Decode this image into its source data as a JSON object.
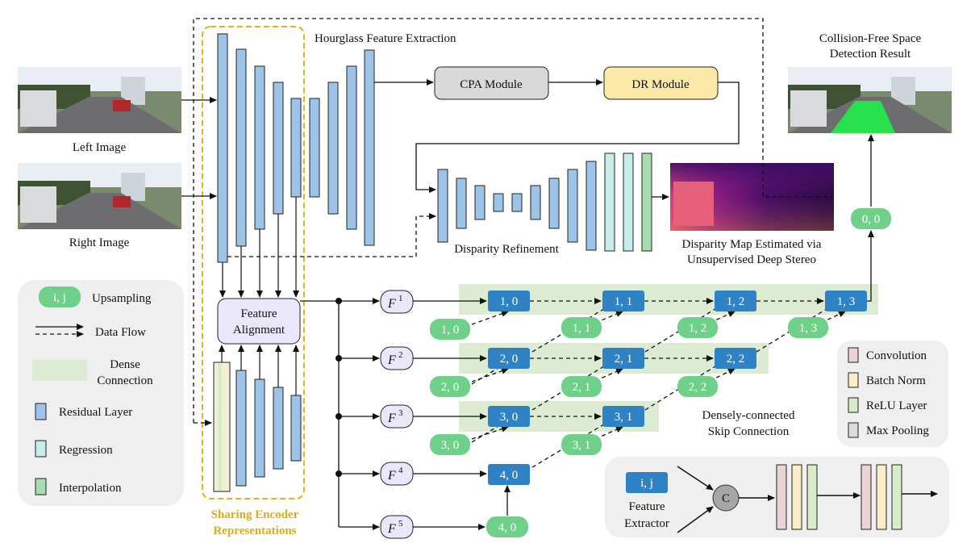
{
  "inputs": {
    "left_image_label": "Left Image",
    "right_image_label": "Right Image"
  },
  "sections": {
    "hourglass": "Hourglass Feature Extraction",
    "cpa": "CPA Module",
    "dr": "DR Module",
    "refinement": "Disparity Refinement",
    "disparity_map_line1": "Disparity Map Estimated via",
    "disparity_map_line2": "Unsupervised Deep Stereo",
    "result_line1": "Collision-Free Space",
    "result_line2": "Detection Result",
    "feature_alignment_line1": "Feature",
    "feature_alignment_line2": "Alignment",
    "sharing_line1": "Sharing Encoder",
    "sharing_line2": "Representations",
    "skip_line1": "Densely-connected",
    "skip_line2": "Skip Connection"
  },
  "features": [
    "F",
    "F",
    "F",
    "F",
    "F"
  ],
  "feature_superscripts": [
    "1",
    "2",
    "3",
    "4",
    "5"
  ],
  "blue_nodes": [
    {
      "id": "n10",
      "label": "1, 0"
    },
    {
      "id": "n11",
      "label": "1, 1"
    },
    {
      "id": "n12",
      "label": "1, 2"
    },
    {
      "id": "n13",
      "label": "1, 3"
    },
    {
      "id": "n20",
      "label": "2, 0"
    },
    {
      "id": "n21",
      "label": "2, 1"
    },
    {
      "id": "n22",
      "label": "2, 2"
    },
    {
      "id": "n30",
      "label": "3, 0"
    },
    {
      "id": "n31",
      "label": "3, 1"
    },
    {
      "id": "n40",
      "label": "4, 0"
    }
  ],
  "green_nodes": [
    {
      "id": "g10",
      "label": "1, 0"
    },
    {
      "id": "g11",
      "label": "1, 1"
    },
    {
      "id": "g12",
      "label": "1, 2"
    },
    {
      "id": "g13",
      "label": "1, 3"
    },
    {
      "id": "g20",
      "label": "2, 0"
    },
    {
      "id": "g21",
      "label": "2, 1"
    },
    {
      "id": "g22",
      "label": "2, 2"
    },
    {
      "id": "g30",
      "label": "3, 0"
    },
    {
      "id": "g31",
      "label": "3, 1"
    },
    {
      "id": "g40",
      "label": "4, 0"
    },
    {
      "id": "g00",
      "label": "0, 0"
    }
  ],
  "legend_left": [
    {
      "label": "Upsampling",
      "swatch_text": "i, j"
    },
    {
      "label": "Data Flow"
    },
    {
      "label": "Dense",
      "label2": "Connection"
    },
    {
      "label": "Residual Layer"
    },
    {
      "label": "Regression"
    },
    {
      "label": "Interpolation"
    }
  ],
  "legend_right": [
    "Convolution",
    "Batch Norm",
    "ReLU Layer",
    "Max Pooling"
  ],
  "extractor": {
    "node_label": "i, j",
    "label_line1": "Feature",
    "label_line2": "Extractor",
    "concat": "C"
  },
  "colors": {
    "residual": "#9dc3e6",
    "regression": "#c7ecec",
    "interpolation": "#a9dcb0",
    "node_blue": "#2f83c5",
    "node_green": "#6fd08a",
    "dense_band": "#dcebd1",
    "cpa": "#d9d9d9",
    "dr": "#fde9a7",
    "feature": "#ebe7fb",
    "sharing_border": "#e3b21b",
    "sharing_text": "#e0aa10",
    "conv": "#ead3d3",
    "bn": "#fbebc6",
    "relu": "#d8ecc8",
    "pool": "#dcdcdc",
    "legend_bg": "#efefef"
  }
}
